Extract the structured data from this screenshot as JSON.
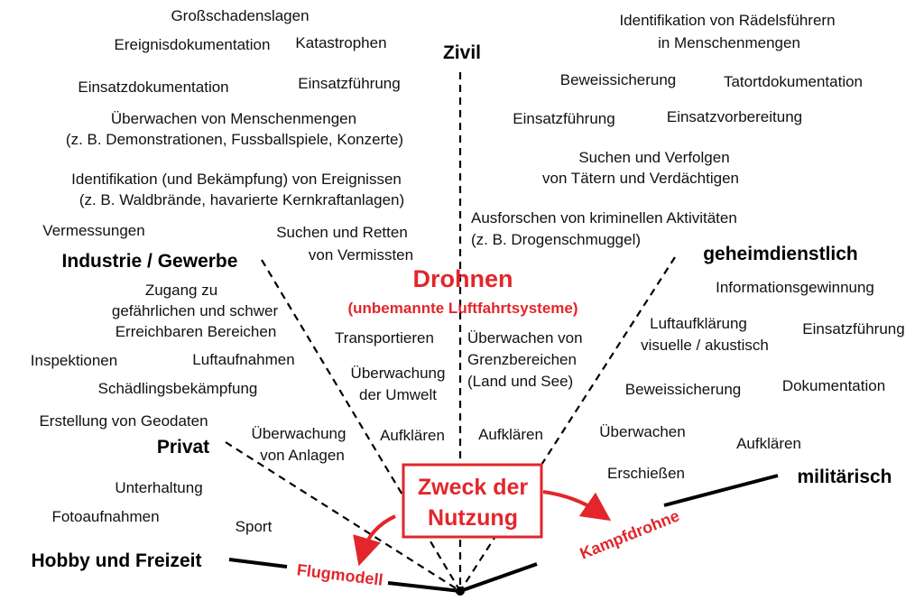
{
  "colors": {
    "accent": "#e2262b",
    "text": "#111111"
  },
  "categories": {
    "zivil": "Zivil",
    "industrie": "Industrie / Gewerbe",
    "privat": "Privat",
    "hobby": "Hobby und Freizeit",
    "geheim": "geheimdienstlich",
    "militaer": "militärisch"
  },
  "center": {
    "title": "Drohnen",
    "subtitle": "(unbemannte Luftfahrtsysteme)",
    "purpose_line1": "Zweck der",
    "purpose_line2": "Nutzung",
    "flugmodell": "Flugmodell",
    "kampfdrohne": "Kampfdrohne"
  },
  "zivil_left": [
    "Großschadenslagen",
    "Ereignisdokumentation",
    "Katastrophen",
    "Einsatzdokumentation",
    "Einsatzführung",
    "Überwachen von Menschenmengen",
    "(z. B. Demonstrationen, Fussballspiele, Konzerte)",
    "Identifikation (und Bekämpfung) von Ereignissen",
    "(z. B. Waldbrände, havarierte Kernkraftanlagen)",
    "Suchen und Retten",
    "von Vermissten"
  ],
  "industrie": [
    "Vermessungen",
    "Zugang zu",
    "gefährlichen und schwer",
    "Erreichbaren Bereichen",
    "Transportieren",
    "Inspektionen",
    "Luftaufnahmen",
    "Überwachung",
    "der Umwelt",
    "Schädlingsbekämpfung",
    "Erstellung von Geodaten",
    "Überwachung",
    "von Anlagen",
    "Aufklären"
  ],
  "privat": [
    "Unterhaltung",
    "Fotoaufnahmen",
    "Sport"
  ],
  "zivil_right": [
    "Identifikation von Rädelsführern",
    "in Menschenmengen",
    "Beweissicherung",
    "Tatortdokumentation",
    "Einsatzführung",
    "Einsatzvorbereitung",
    "Suchen und Verfolgen",
    "von Tätern und Verdächtigen",
    "Ausforschen von kriminellen Aktivitäten",
    "(z. B. Drogenschmuggel)"
  ],
  "geheim": [
    "Informationsgewinnung",
    "Überwachen von",
    "Grenzbereichen",
    "(Land und See)",
    "Luftaufklärung",
    "visuelle / akustisch",
    "Einsatzführung",
    "Beweissicherung",
    "Dokumentation",
    "Aufklären"
  ],
  "militaer": [
    "Überwachen",
    "Aufklären",
    "Erschießen"
  ]
}
